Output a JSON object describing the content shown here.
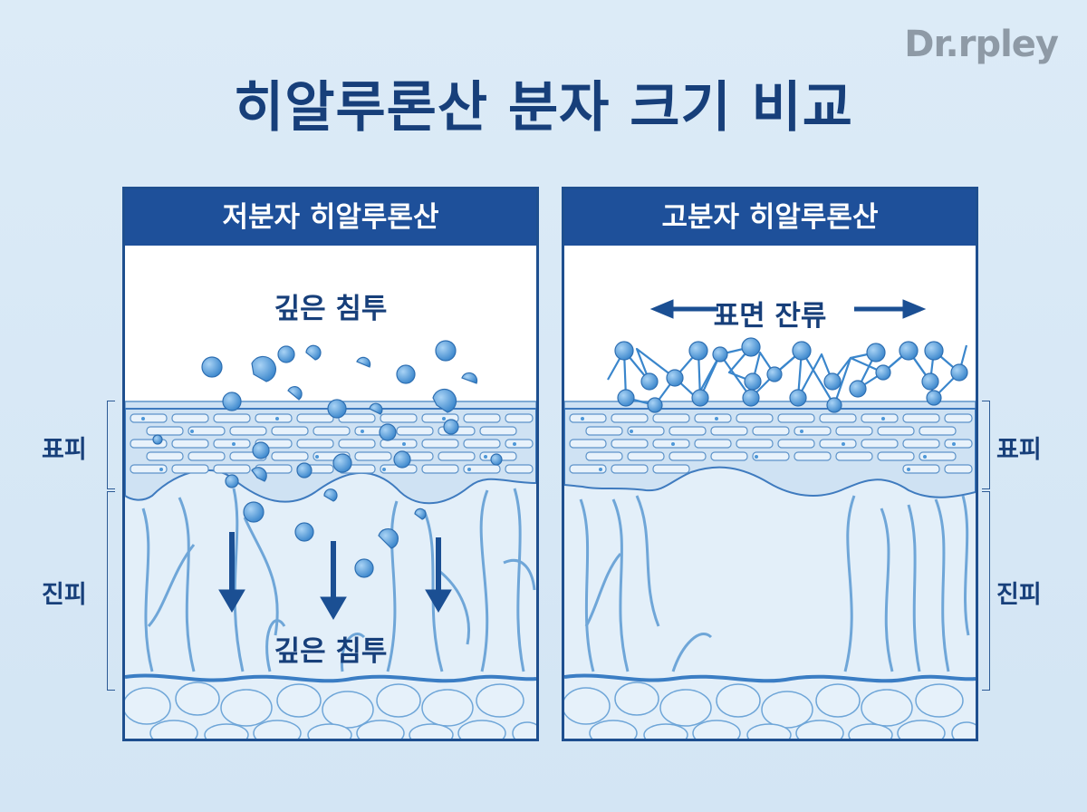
{
  "brand": "Dr.rpley",
  "title": "히알루론산 분자 크기 비교",
  "panels": {
    "low": {
      "header": "저분자 히알루론산",
      "top_text": "깊은 침투",
      "bottom_text": "깊은 침투"
    },
    "high": {
      "header": "고분자 히알루론산",
      "surface_text": "표면 잔류"
    }
  },
  "layers": {
    "epidermis": "표피",
    "dermis": "진피"
  },
  "colors": {
    "navy": "#1e509a",
    "molecule": "#4d97d8",
    "tissue": "#6fa6d8",
    "panel_bg": "#e3eff9"
  }
}
